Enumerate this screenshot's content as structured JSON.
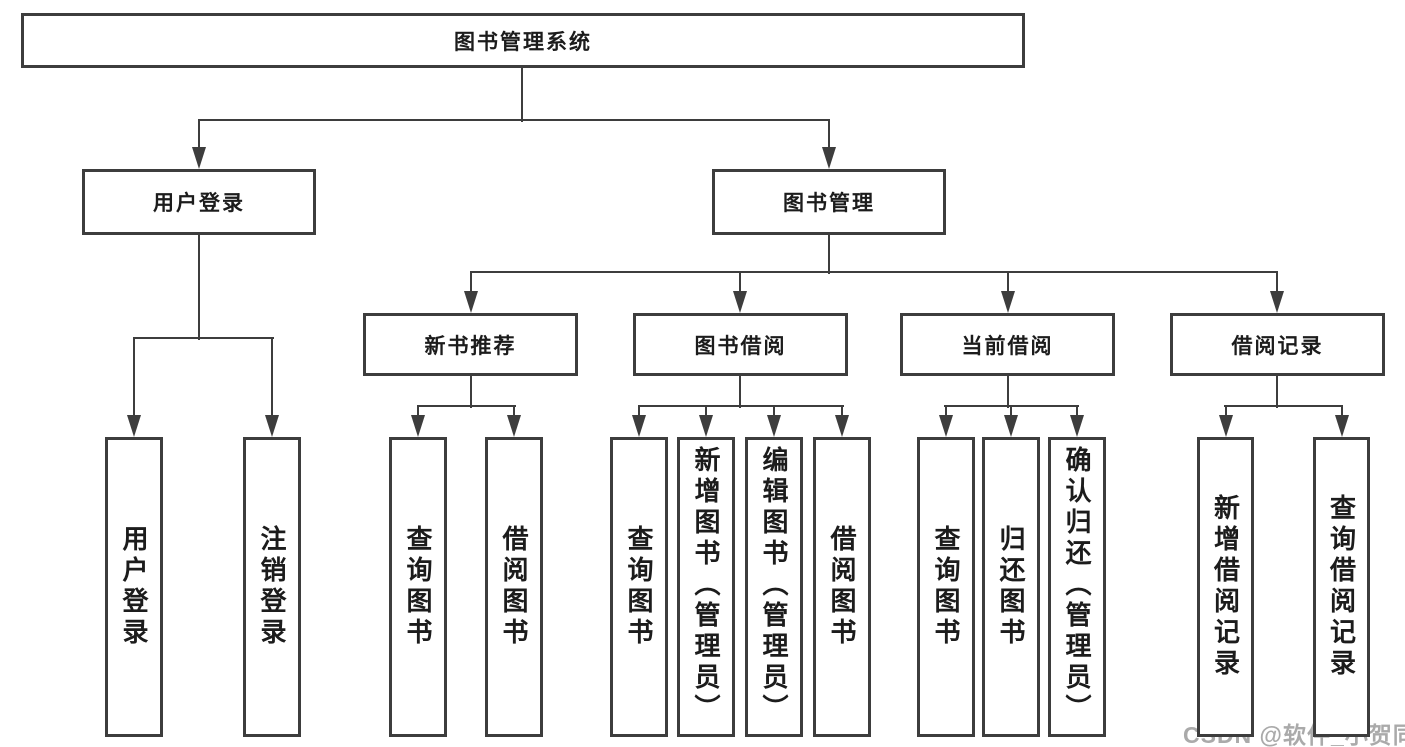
{
  "diagram": {
    "title": "图书管理系统",
    "type": "hierarchy-tree"
  },
  "colors": {
    "line": "#3d3d3d",
    "box_border": "#3d3d3d",
    "text": "#1c1c1c",
    "background": "#ffffff",
    "watermark": "#aaaaaa"
  },
  "watermark": {
    "text": "CSDN @软件_小贺同学"
  },
  "nodes": [
    {
      "id": "root",
      "label": "图书管理系统"
    },
    {
      "id": "user-login-branch",
      "label": "用户登录"
    },
    {
      "id": "book-management",
      "label": "图书管理"
    },
    {
      "id": "new-book-recommend",
      "label": "新书推荐"
    },
    {
      "id": "book-borrowing",
      "label": "图书借阅"
    },
    {
      "id": "current-borrowing",
      "label": "当前借阅"
    },
    {
      "id": "borrowing-records",
      "label": "借阅记录"
    },
    {
      "id": "user-login",
      "label": "用户登录"
    },
    {
      "id": "logout",
      "label": "注销登录"
    },
    {
      "id": "query-books-recommend",
      "label": "查询图书"
    },
    {
      "id": "borrow-books-recommend",
      "label": "借阅图书"
    },
    {
      "id": "query-books-borrowing",
      "label": "查询图书"
    },
    {
      "id": "add-books-admin",
      "label": "新增图书（管理员）"
    },
    {
      "id": "edit-books-admin",
      "label": "编辑图书（管理员）"
    },
    {
      "id": "borrow-books-borrowing",
      "label": "借阅图书"
    },
    {
      "id": "query-books-current",
      "label": "查询图书"
    },
    {
      "id": "return-books",
      "label": "归还图书"
    },
    {
      "id": "confirm-return-admin",
      "label": "确认归还（管理员）"
    },
    {
      "id": "add-borrow-record",
      "label": "新增借阅记录"
    },
    {
      "id": "query-borrow-record",
      "label": "查询借阅记录"
    }
  ]
}
